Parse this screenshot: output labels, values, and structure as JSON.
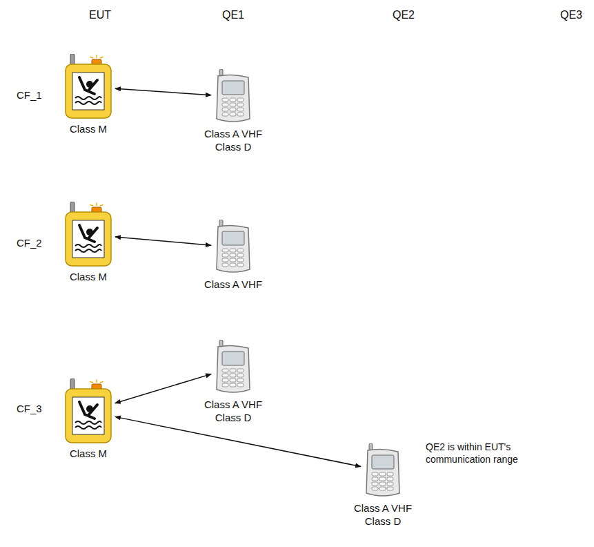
{
  "diagram": {
    "nodes": [
      {
        "text": [
          "Class M"
        ]
      },
      {
        "text": [
          "Class A VHF Class D"
        ]
      },
      {
        "text": [
          "Class M"
        ]
      },
      {
        "text": [
          "Class A VHF"
        ]
      },
      {
        "text": [
          "Class M"
        ]
      },
      {
        "text": [
          "Class A VHF Class D"
        ]
      },
      {
        "text": [
          "Class A VHF Class D"
        ]
      }
    ],
    "edges": [
      {
        "from": 0,
        "to": 1,
        "arrow": "both"
      },
      {
        "from": 2,
        "to": 3,
        "arrow": "both"
      },
      {
        "from": 4,
        "to": 5,
        "arrow": "both"
      },
      {
        "from": 4,
        "to": 6,
        "arrow": "both"
      }
    ],
    "labels": [
      "EUT",
      "QE1",
      "QE2",
      "QE3",
      "CF_1",
      "CF_2",
      "CF_3",
      "QE2 is within EUT's communication range"
    ]
  }
}
